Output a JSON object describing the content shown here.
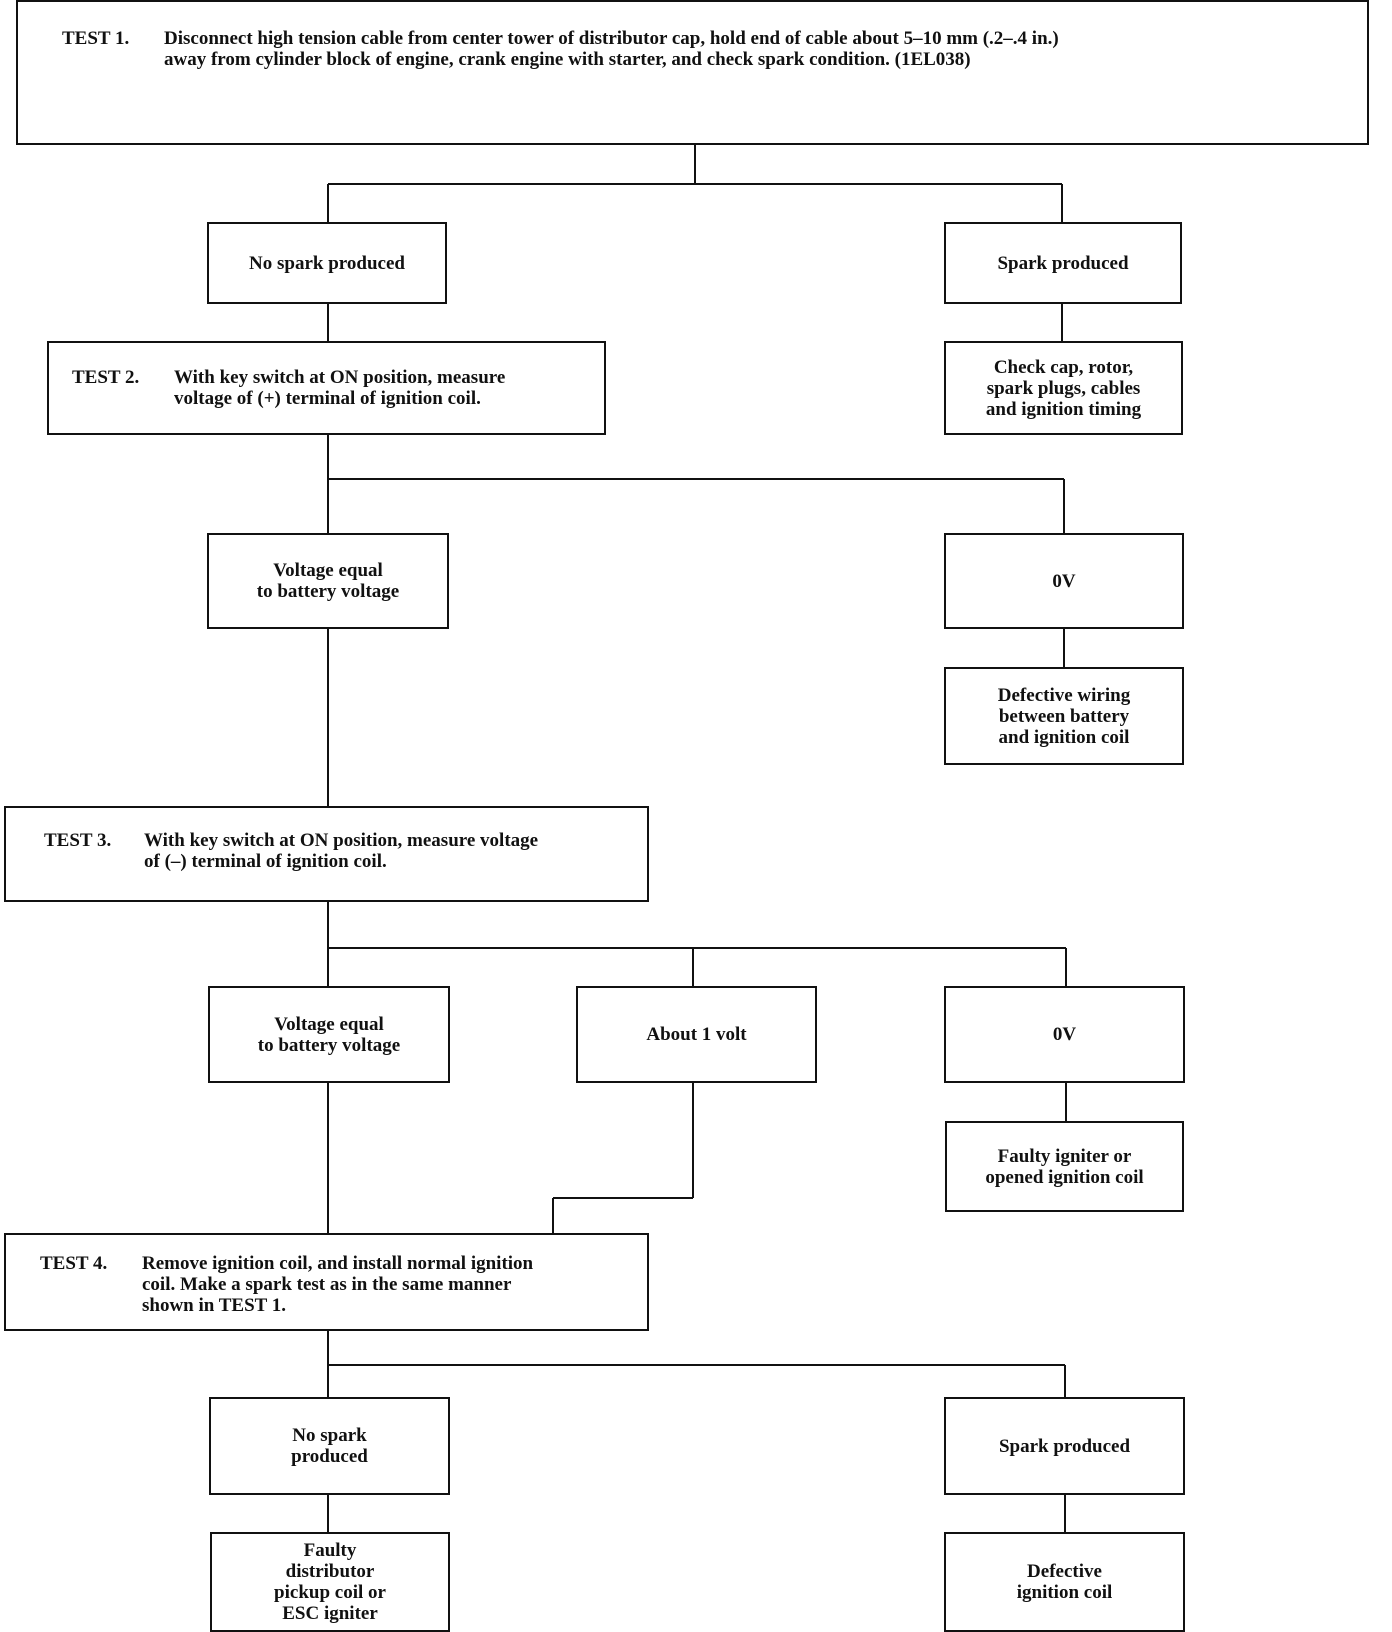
{
  "test1": {
    "label": "TEST 1.",
    "text": "Disconnect high tension cable from center tower of distributor cap, hold end of cable about 5–10 mm (.2–.4 in.)\naway from cylinder block of engine, crank engine with starter, and check spark condition. (1EL038)"
  },
  "test1_results": {
    "no_spark": "No spark produced",
    "spark": "Spark produced",
    "spark_action": "Check cap, rotor,\nspark plugs, cables\nand ignition timing"
  },
  "test2": {
    "label": "TEST 2.",
    "text": "With key switch at ON position, measure\nvoltage of (+)  terminal of ignition coil."
  },
  "test2_results": {
    "battery_voltage": "Voltage equal\nto battery voltage",
    "zero": "0V",
    "zero_action": "Defective wiring\nbetween battery\nand ignition coil"
  },
  "test3": {
    "label": "TEST 3.",
    "text": "With key switch at ON position, measure voltage\nof (–) terminal of ignition coil."
  },
  "test3_results": {
    "battery_voltage": "Voltage equal\nto battery voltage",
    "one_volt": "About 1 volt",
    "zero": "0V",
    "zero_action": "Faulty igniter or\nopened ignition coil"
  },
  "test4": {
    "label": "TEST 4.",
    "text": "Remove ignition coil, and install normal ignition\ncoil. Make a spark test as in the same manner\nshown in TEST 1."
  },
  "test4_results": {
    "no_spark": "No spark\nproduced",
    "no_spark_action": "Faulty\ndistributor\npickup coil or\nESC igniter",
    "spark": "Spark produced",
    "spark_action": "Defective\nignition coil"
  }
}
